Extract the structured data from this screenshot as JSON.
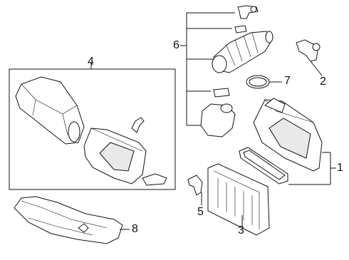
{
  "callouts": [
    {
      "id": "1",
      "label": "1"
    },
    {
      "id": "2",
      "label": "2"
    },
    {
      "id": "3",
      "label": "3"
    },
    {
      "id": "4",
      "label": "4"
    },
    {
      "id": "5",
      "label": "5"
    },
    {
      "id": "6",
      "label": "6"
    },
    {
      "id": "7",
      "label": "7"
    },
    {
      "id": "8",
      "label": "8"
    }
  ],
  "colors": {
    "line": "#111111",
    "background": "#ffffff",
    "shade": "#e9e9e9"
  }
}
